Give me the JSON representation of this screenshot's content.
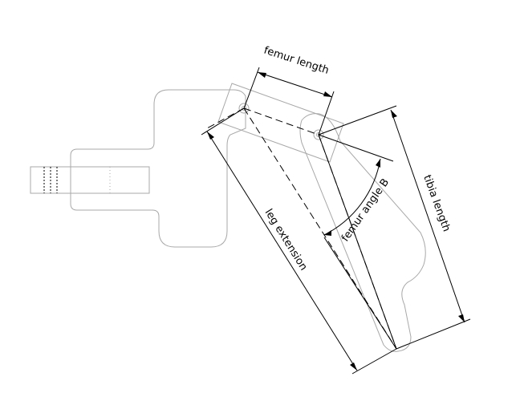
{
  "diagram": {
    "labels": {
      "femur_length": "femur length",
      "tibia_length": "tibia length",
      "leg_extension": "leg extension",
      "femur_angle": "femur angle B"
    },
    "colors": {
      "outline": "#a8a8a8",
      "dimension": "#000000",
      "background": "#ffffff"
    }
  }
}
